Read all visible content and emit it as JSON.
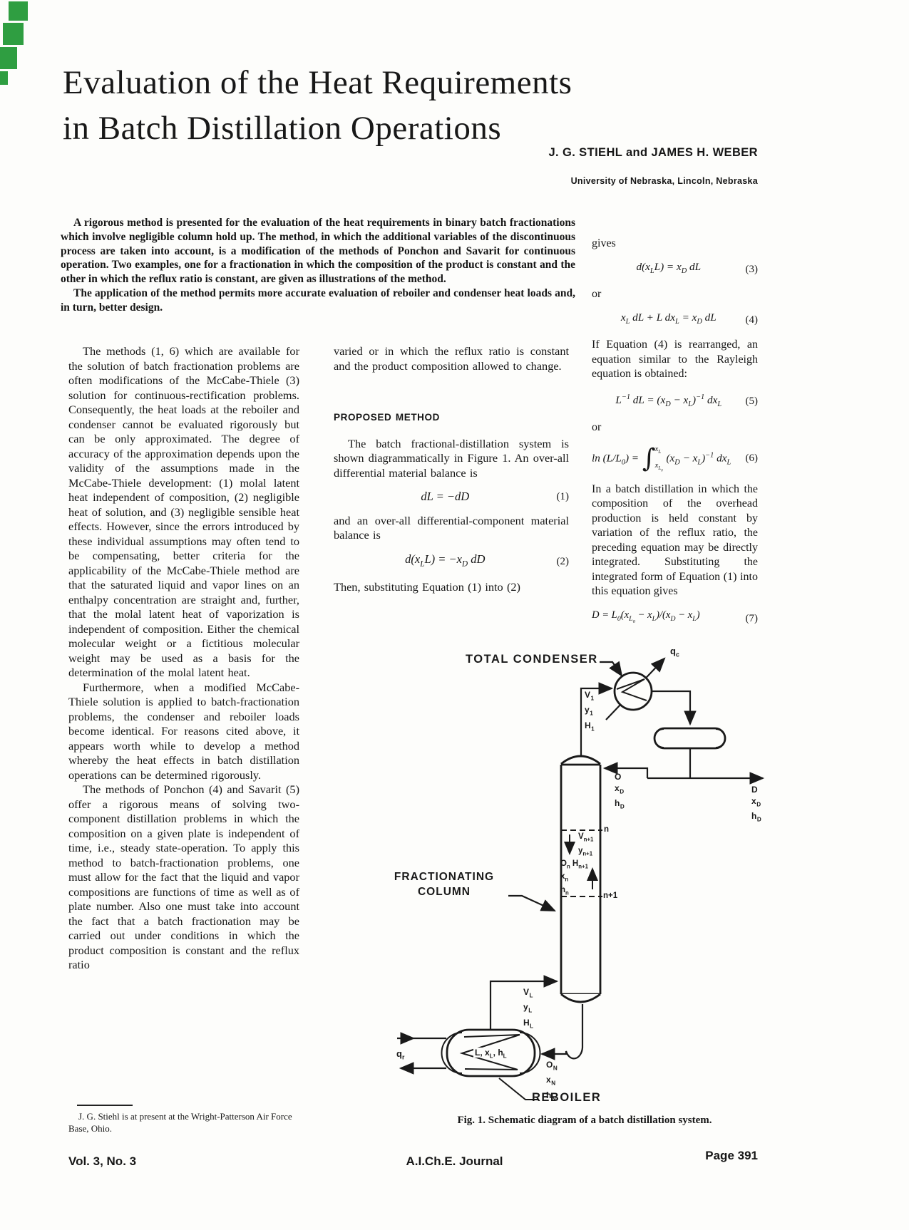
{
  "page": {
    "background": "#fdfdfb",
    "ink": "#161616"
  },
  "scan_artifacts": {
    "color": "#2f9e41"
  },
  "header": {
    "title_line1": "Evaluation of the Heat Requirements",
    "title_line2": "in Batch Distillation Operations",
    "authors": "J. G. STIEHL and JAMES H. WEBER",
    "affiliation": "University of Nebraska, Lincoln, Nebraska"
  },
  "abstract": {
    "p1": "A rigorous method is presented for the evaluation of the heat requirements in binary batch fractionations which involve negligible column hold up. The method, in which the additional variables of the discontinuous process are taken into account, is a modification of the methods of Ponchon and Savarit for continuous operation. Two examples, one for a fractionation in which the composition of the product is constant and the other in which the reflux ratio is constant, are given as illustrations of the method.",
    "p2": "The application of the method permits more accurate evaluation of reboiler and condenser heat loads and, in turn, better design."
  },
  "left_column": {
    "p1": "The methods (1, 6) which are available for the solution of batch fractionation problems are often modifications of the McCabe-Thiele (3) solution for continuous-rectification problems. Consequently, the heat loads at the reboiler and condenser cannot be evaluated rigorously but can be only approximated. The degree of accuracy of the approximation depends upon the validity of the assumptions made in the McCabe-Thiele development: (1) molal latent heat independent of composition, (2) negligible heat of solution, and (3) negligible sensible heat effects. However, since the errors introduced by these individual assumptions may often tend to be compensating, better criteria for the applicability of the McCabe-Thiele method are that the saturated liquid and vapor lines on an enthalpy concentration are straight and, further, that the molal latent heat of vaporization is independent of composition. Either the chemical molecular weight or a fictitious molecular weight may be used as a basis for the determination of the molal latent heat.",
    "p2": "Furthermore, when a modified McCabe-Thiele solution is applied to batch-fractionation problems, the condenser and reboiler loads become identical. For reasons cited above, it appears worth while to develop a method whereby the heat effects in batch distillation operations can be determined rigorously.",
    "p3": "The methods of Ponchon (4) and Savarit (5) offer a rigorous means of solving two-component distillation problems in which the composition on a given plate is independent of time, i.e., steady state-operation. To apply this method to batch-fractionation problems, one must allow for the fact that the liquid and vapor compositions are functions of time as well as of plate number. Also one must take into account the fact that a batch fractionation may be carried out under conditions in which the product composition is constant and the reflux ratio",
    "footnote": "J. G. Stiehl is at present at the Wright-Patterson Air Force Base, Ohio."
  },
  "middle_column": {
    "p0": "varied or in which the reflux ratio is constant and the product composition allowed to change.",
    "heading": "PROPOSED METHOD",
    "p1": "The batch fractional-distillation system is shown diagrammatically in Figure 1. An over-all differential material balance is",
    "eq1_html": "dL = −dD",
    "eq1_num": "(1)",
    "p2": "and an over-all differential-component material balance is",
    "eq2_html": "d(x<sub>L</sub>L) = −x<sub>D</sub> dD",
    "eq2_num": "(2)",
    "p3": "Then, substituting Equation (1) into (2)"
  },
  "right_column": {
    "gives": "gives",
    "eq3_html": "d(x<sub>L</sub>L) = x<sub>D</sub> dL",
    "eq3_num": "(3)",
    "or1": "or",
    "eq4_html": "x<sub>L</sub> dL + L dx<sub>L</sub> = x<sub>D</sub> dL",
    "eq4_num": "(4)",
    "p1": "If Equation (4) is rearranged, an equation similar to the Rayleigh equation is obtained:",
    "eq5_html": "L<sup>−1</sup> dL = (x<sub>D</sub> − x<sub>L</sub>)<sup>−1</sup> dx<sub>L</sub>",
    "eq5_num": "(5)",
    "or2": "or",
    "eq6_html": "ln (L/L<sub>0</sub>) = <span class='intwrap'><span class='intsign'>∫</span><span class='intlims'><span class='lim-hi'>x<sub>L</sub></span><span class='lim-lo'>x<sub>L<sub>0</sub></sub></span></span></span> (x<sub>D</sub> − x<sub>L</sub>)<sup>−1</sup> dx<sub>L</sub>",
    "eq6_num": "(6)",
    "p2": "In a batch distillation in which the composition of the overhead production is held constant by variation of the reflux ratio, the preceding equation may be directly integrated. Substituting the integrated form of Equation (1) into this equation gives",
    "eq7_html": "D = L<sub>0</sub>(x<sub>L<sub>0</sub></sub> − x<sub>L</sub>)/(x<sub>D</sub> − x<sub>L</sub>)",
    "eq7_num": "(7)"
  },
  "figure": {
    "labels": {
      "total_condenser": "TOTAL CONDENSER",
      "qc": "q<sub>c</sub>",
      "v1": "V<sub>1</sub><br>y<sub>1</sub><br>H<sub>1</sub>",
      "reflux": "O<br>x<sub>D</sub><br>h<sub>D</sub>",
      "product": "D<br>x<sub>D</sub><br>h<sub>D</sub>",
      "plate_n": "n",
      "vapor_between": "V<sub>n+1</sub><br>y<sub>n+1</sub>",
      "liquid_between": "O<sub>n</sub>&nbsp;H<sub>n+1</sub><br>x<sub>n</sub><br>h<sub>n</sub>",
      "plate_n1": "n+1",
      "frac_col": "FRACTIONATING<br>COLUMN",
      "vl": "V<sub>L</sub><br>y<sub>L</sub><br>H<sub>L</sub>",
      "qr": "q<sub>r</sub>",
      "reboiler_contents": "L, x<sub>L</sub>, h<sub>L</sub>",
      "on_stream": "O<sub>N</sub><br>x<sub>N</sub><br>h<sub>N</sub>",
      "reboiler": "REBOILER"
    },
    "caption": "Fig. 1. Schematic diagram of a batch distillation system."
  },
  "footer": {
    "left": "Vol. 3, No. 3",
    "center": "A.I.Ch.E.  Journal",
    "right": "Page 391"
  }
}
